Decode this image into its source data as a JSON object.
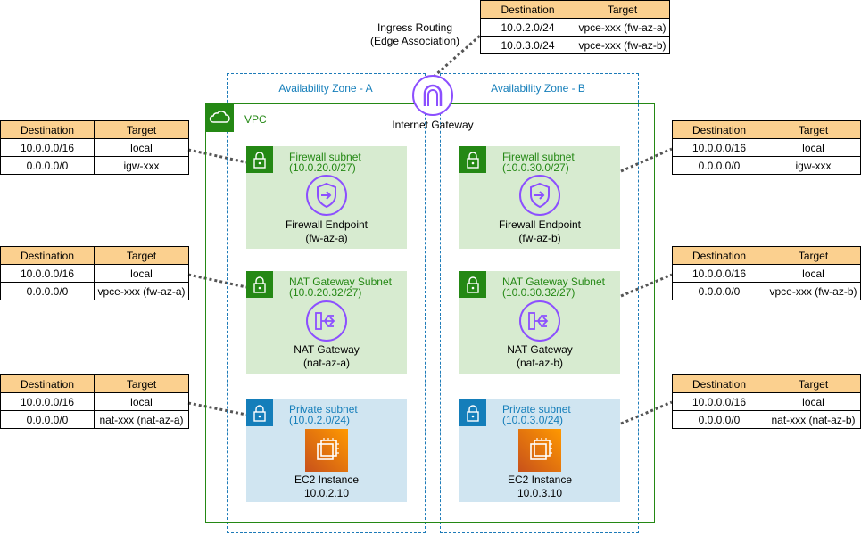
{
  "top_route_table": {
    "headers": [
      "Destination",
      "Target"
    ],
    "rows": [
      [
        "10.0.2.0/24",
        "vpce-xxx (fw-az-a)"
      ],
      [
        "10.0.3.0/24",
        "vpce-xxx (fw-az-b)"
      ]
    ]
  },
  "ingress_routing_label": [
    "Ingress Routing",
    "(Edge Association)"
  ],
  "internet_gateway": {
    "label": "Internet Gateway",
    "icon": "internet-gateway-icon",
    "color": "#8c4fff"
  },
  "vpc": {
    "label": "VPC",
    "color": "#248814"
  },
  "availability_zones": [
    {
      "label": "Availability Zone - A"
    },
    {
      "label": "Availability Zone - B"
    }
  ],
  "subnets": {
    "firewall_a": {
      "name": "Firewall subnet",
      "cidr": "(10.0.20.0/27)",
      "resource": "Firewall Endpoint",
      "resource_id": "(fw-az-a)"
    },
    "firewall_b": {
      "name": "Firewall subnet",
      "cidr": "(10.0.30.0/27)",
      "resource": "Firewall Endpoint",
      "resource_id": "(fw-az-b)"
    },
    "nat_a": {
      "name": "NAT Gateway Subnet",
      "cidr": "(10.0.20.32/27)",
      "resource": "NAT Gateway",
      "resource_id": "(nat-az-a)"
    },
    "nat_b": {
      "name": "NAT Gateway Subnet",
      "cidr": "(10.0.30.32/27)",
      "resource": "NAT Gateway",
      "resource_id": "(nat-az-b)"
    },
    "private_a": {
      "name": "Private subnet",
      "cidr": "(10.0.2.0/24)",
      "resource": "EC2 Instance",
      "resource_id": "10.0.2.10"
    },
    "private_b": {
      "name": "Private subnet",
      "cidr": "(10.0.3.0/24)",
      "resource": "EC2 Instance",
      "resource_id": "10.0.3.10"
    }
  },
  "route_tables": {
    "fw_a": {
      "headers": [
        "Destination",
        "Target"
      ],
      "rows": [
        [
          "10.0.0.0/16",
          "local"
        ],
        [
          "0.0.0.0/0",
          "igw-xxx"
        ]
      ]
    },
    "fw_b": {
      "headers": [
        "Destination",
        "Target"
      ],
      "rows": [
        [
          "10.0.0.0/16",
          "local"
        ],
        [
          "0.0.0.0/0",
          "igw-xxx"
        ]
      ]
    },
    "nat_a": {
      "headers": [
        "Destination",
        "Target"
      ],
      "rows": [
        [
          "10.0.0.0/16",
          "local"
        ],
        [
          "0.0.0.0/0",
          "vpce-xxx (fw-az-a)"
        ]
      ]
    },
    "nat_b": {
      "headers": [
        "Destination",
        "Target"
      ],
      "rows": [
        [
          "10.0.0.0/16",
          "local"
        ],
        [
          "0.0.0.0/0",
          "vpce-xxx (fw-az-b)"
        ]
      ]
    },
    "priv_a": {
      "headers": [
        "Destination",
        "Target"
      ],
      "rows": [
        [
          "10.0.0.0/16",
          "local"
        ],
        [
          "0.0.0.0/0",
          "nat-xxx (nat-az-a)"
        ]
      ]
    },
    "priv_b": {
      "headers": [
        "Destination",
        "Target"
      ],
      "rows": [
        [
          "10.0.0.0/16",
          "local"
        ],
        [
          "0.0.0.0/0",
          "nat-xxx (nat-az-b)"
        ]
      ]
    }
  },
  "colors": {
    "firewall_subnet_bg": "#d7ebd0",
    "private_subnet_bg": "#d0e5f1",
    "table_header": "#fbd08f",
    "ec2_gradient": [
      "#c8511b",
      "#ff9900"
    ]
  }
}
